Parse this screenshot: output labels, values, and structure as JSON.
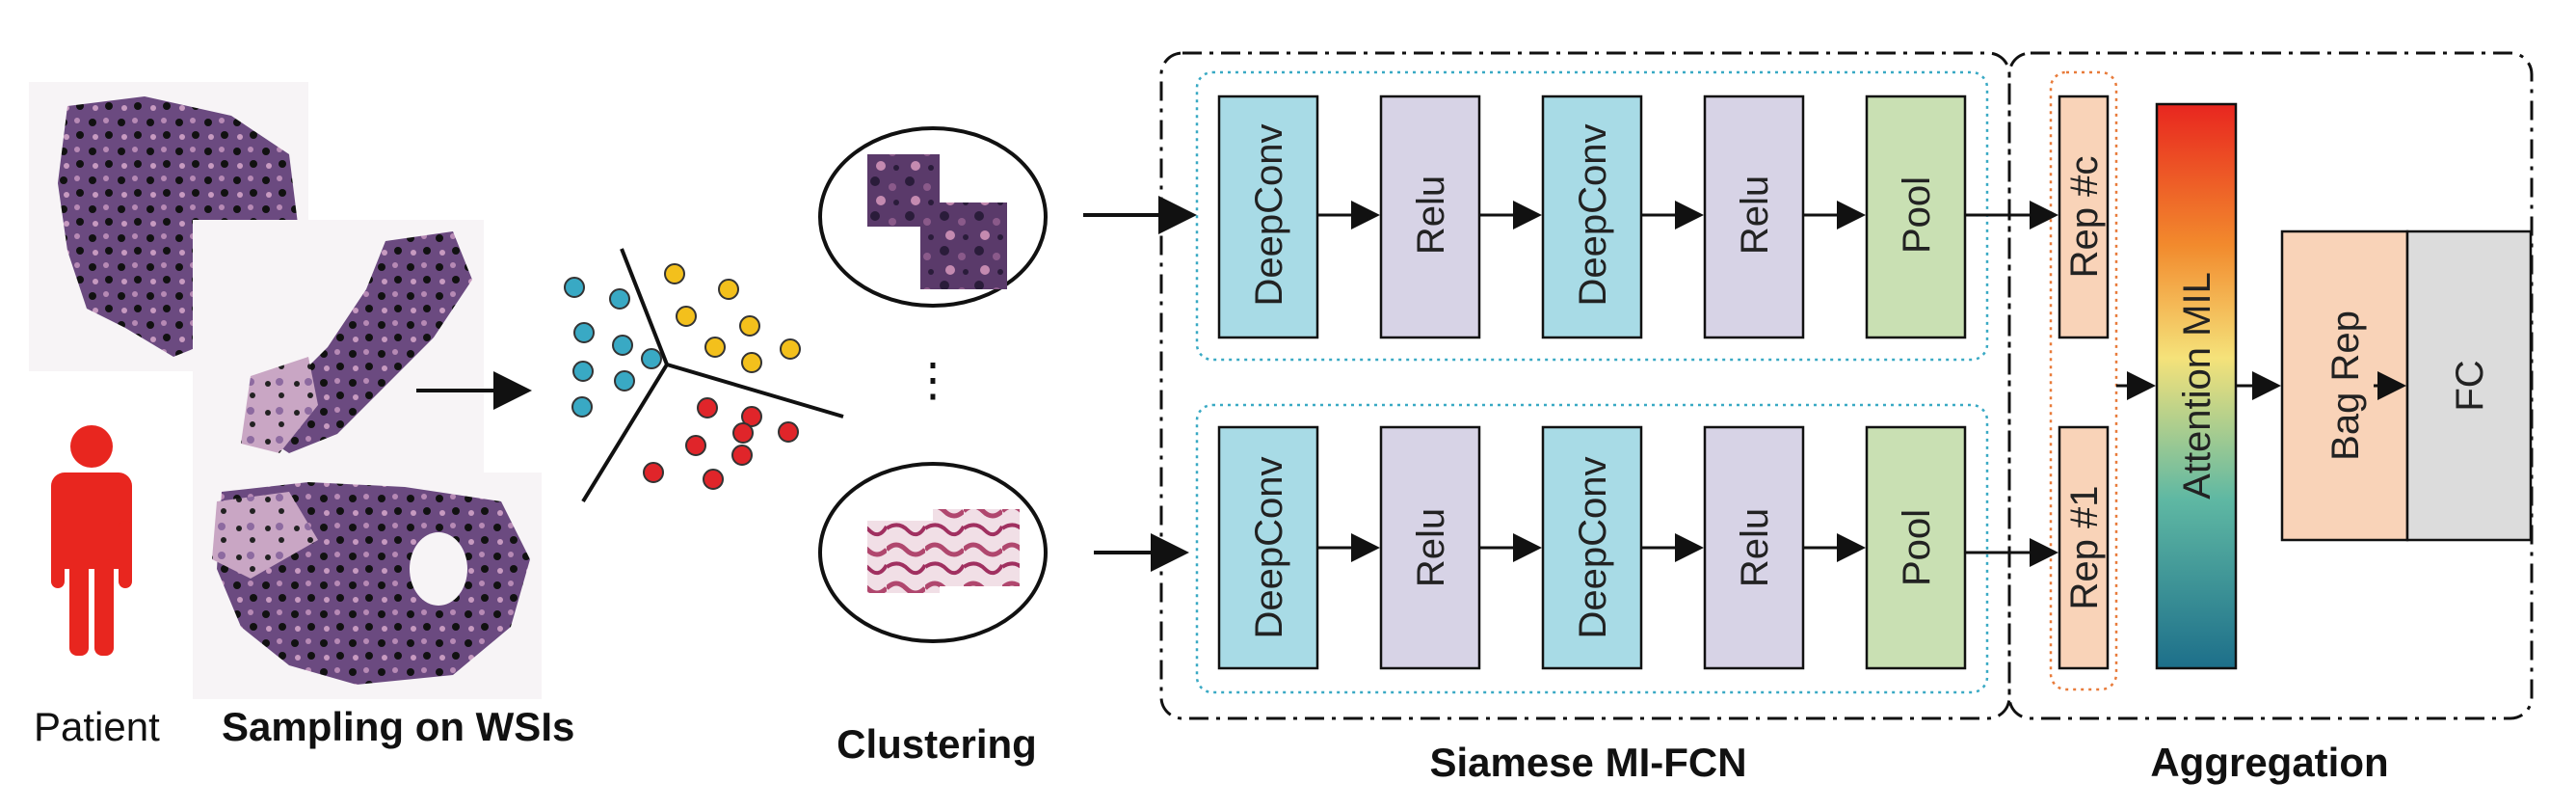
{
  "labels": {
    "patient": "Patient",
    "sampling": "Sampling on WSIs",
    "clustering": "Clustering",
    "siamese": "Siamese MI-FCN",
    "aggregation": "Aggregation",
    "ellipsis": "⋮"
  },
  "top_branch": {
    "blocks": [
      "DeepConv",
      "Relu",
      "DeepConv",
      "Relu",
      "Pool"
    ]
  },
  "bottom_branch": {
    "blocks": [
      "DeepConv",
      "Relu",
      "DeepConv",
      "Relu",
      "Pool"
    ]
  },
  "reps": {
    "top": "Rep #c",
    "bottom": "Rep #1"
  },
  "aggregation_blocks": {
    "attention": "Attention MIL",
    "bag_rep": "Bag Rep",
    "fc": "FC"
  },
  "colors": {
    "deepconv": "#a8dbe6",
    "relu": "#d7d3e6",
    "pool": "#c9e0b3",
    "rep": "#f9d3b8",
    "bag_rep": "#f9d3b8",
    "fc": "#dcdcdc",
    "patient": "#e8261f",
    "cluster_blue": "#39a9c4",
    "cluster_yellow": "#f3c01c",
    "cluster_red": "#e0252a"
  },
  "icons": [
    "patient-icon",
    "wsi-thumbnail",
    "tissue-patch"
  ]
}
